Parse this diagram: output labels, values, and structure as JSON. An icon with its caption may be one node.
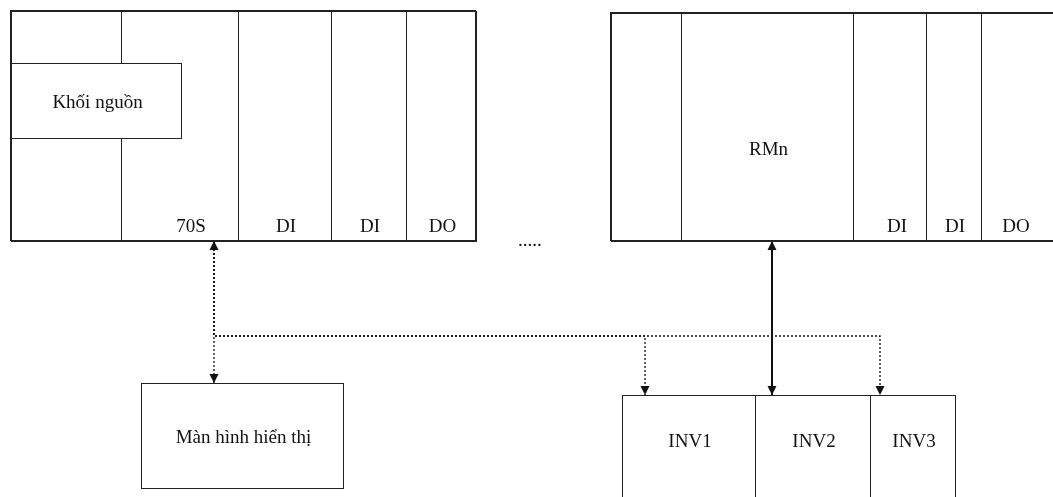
{
  "diagram": {
    "nodes": [
      {
        "text": [],
        "shape": "box"
      },
      {
        "text": [],
        "shape": "box",
        "in": 0
      },
      {
        "text": [
          "Khối nguồn"
        ],
        "in": 0
      },
      {
        "text": [
          "70S"
        ],
        "in": 0
      },
      {
        "text": [
          "DI"
        ],
        "in": 0
      },
      {
        "text": [
          "DI"
        ],
        "in": 0
      },
      {
        "text": [
          "DO"
        ],
        "in": 0
      },
      {
        "text": [],
        "shape": "box"
      },
      {
        "text": [],
        "shape": "box",
        "in": 7
      },
      {
        "text": [
          "RMn"
        ],
        "in": 7
      },
      {
        "text": [
          "DI"
        ],
        "in": 7
      },
      {
        "text": [
          "DI"
        ],
        "in": 7
      },
      {
        "text": [
          "DO"
        ],
        "in": 7
      },
      {
        "text": [
          "Màn hình hiển thị"
        ]
      },
      {
        "text": [
          "INV1"
        ]
      },
      {
        "text": [
          "INV2"
        ]
      },
      {
        "text": [
          "INV3"
        ]
      }
    ],
    "edges": [
      {
        "from": 3,
        "to": 13,
        "arrow": "both",
        "style": "dashed"
      },
      {
        "from": 3,
        "to": 14,
        "arrow": "to",
        "style": "dashed"
      },
      {
        "from": 3,
        "to": 16,
        "arrow": "to",
        "style": "dashed"
      },
      {
        "from": 9,
        "to": 15,
        "arrow": "both"
      }
    ],
    "labels": [
      "....."
    ]
  }
}
